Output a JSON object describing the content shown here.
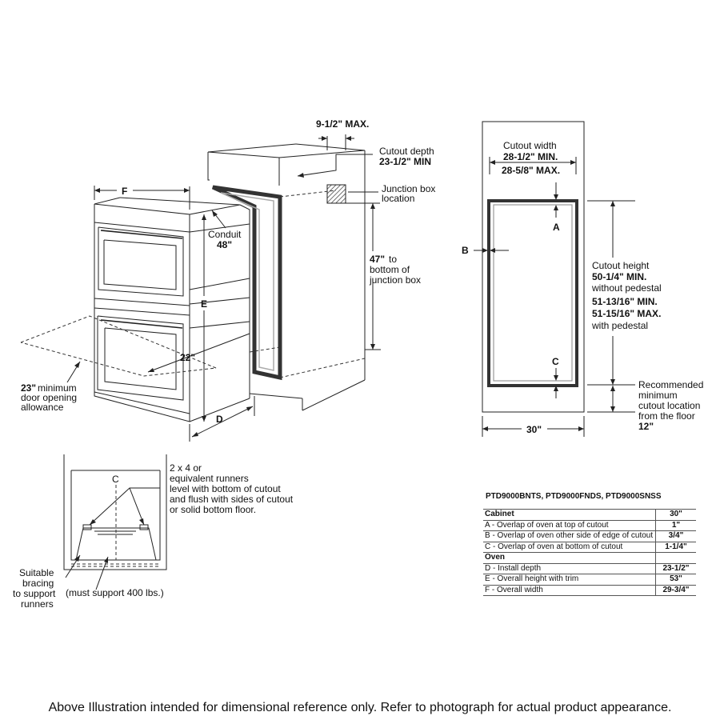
{
  "labels": {
    "max_9_5": "9-1/2\" MAX.",
    "cutout_depth": "Cutout depth",
    "cutout_depth_val": "23-1/2\" MIN",
    "junction_1": "Junction box",
    "junction_2": "location",
    "f": "F",
    "conduit": "Conduit",
    "conduit_val": "48\"",
    "h47": "47\"",
    "h47_to": "to",
    "h47_2": "bottom of",
    "h47_3": "junction box",
    "e": "E",
    "w22": "22\"",
    "d": "D",
    "allow_val": "23\"",
    "allow_1": "minimum",
    "allow_2": "door opening",
    "allow_3": "allowance",
    "cutout_width": "Cutout width",
    "cw_min": "28-1/2\" MIN.",
    "cw_max": "28-5/8\" MAX.",
    "a": "A",
    "b": "B",
    "c": "C",
    "ch_1": "Cutout height",
    "ch_2": "50-1/4\" MIN.",
    "ch_3": "without pedestal",
    "ch_4": "51-13/16\" MIN.",
    "ch_5": "51-15/16\" MAX.",
    "ch_6": "with pedestal",
    "rec_1": "Recommended",
    "rec_2": "minimum",
    "rec_3": "cutout location",
    "rec_4": "from the floor",
    "rec_5": "12\"",
    "w30": "30\"",
    "cl": "C",
    "run_1": "2 x 4 or",
    "run_2": "equivalent runners",
    "run_3": "level with bottom of cutout",
    "run_4": "and flush with sides of cutout",
    "run_5": "or solid bottom floor.",
    "brace_1": "Suitable",
    "brace_2": "bracing",
    "brace_3": "to support",
    "brace_4": "runners",
    "must": "(must support 400 lbs.)"
  },
  "spec_table": {
    "models": "PTD9000BNTS, PTD9000FNDS, PTD9000SNSS",
    "rows": [
      {
        "label": "Cabinet",
        "value": "30\""
      },
      {
        "label": "A - Overlap of oven at top of cutout",
        "value": "1\""
      },
      {
        "label": "B - Overlap of oven other side of edge of cutout",
        "value": "3/4\""
      },
      {
        "label": "C - Overlap of oven at bottom of cutout",
        "value": "1-1/4\""
      },
      {
        "label": "Oven",
        "value": ""
      },
      {
        "label": "D - Install depth",
        "value": "23-1/2\""
      },
      {
        "label": "E - Overall height with trim",
        "value": "53\""
      },
      {
        "label": "F - Overall width",
        "value": "29-3/4\""
      }
    ]
  },
  "disclaimer": "Above Illustration intended for dimensional reference only. Refer to photograph for actual product appearance."
}
